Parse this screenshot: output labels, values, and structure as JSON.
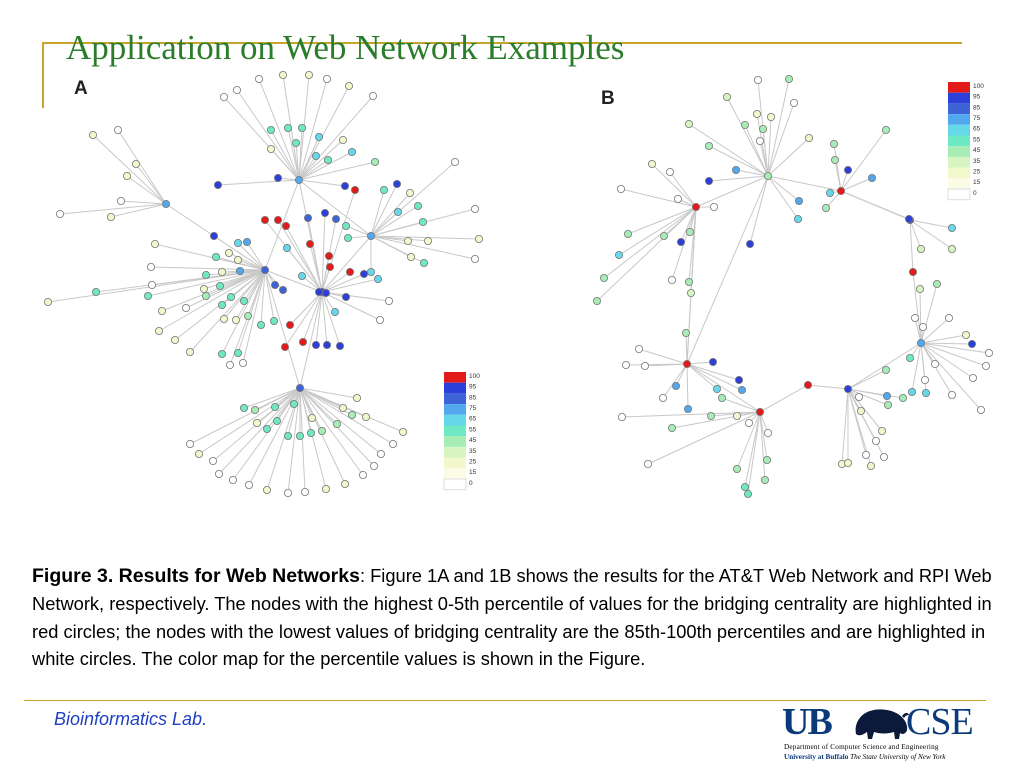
{
  "slide": {
    "title": "Application on Web Network Examples",
    "panel_a": "A",
    "panel_b": "B"
  },
  "colorbar": {
    "labels": [
      "100",
      "95",
      "85",
      "75",
      "65",
      "55",
      "45",
      "35",
      "25",
      "15",
      "0"
    ],
    "colors": [
      "#e21a1a",
      "#2d3fd9",
      "#3e63d6",
      "#52a8ee",
      "#66d8ea",
      "#6fe8c4",
      "#a6ecb4",
      "#d6f5c0",
      "#f3f7cc",
      "#fbfbe6",
      "#ffffff"
    ]
  },
  "node_colors": {
    "red": "#e21a1a",
    "dark_blue": "#2d3fd9",
    "blue": "#3e63d6",
    "light_blue": "#52a8ee",
    "cyan": "#66d8ea",
    "aqua": "#6fe8c4",
    "light_green": "#a6ecb4",
    "pale_green": "#d6f5c0",
    "pale_yellow": "#f3f7cc",
    "white": "#ffffff"
  },
  "caption": {
    "lead": "Figure 3. Results for Web Networks",
    "sep": ": ",
    "body": "Figure 1A and 1B shows the results for the AT&T Web Network and RPI Web Network, respectively. The nodes with the highest 0-5th percentile of values for the bridging centrality are highlighted in red circles; the nodes with the lowest values of bridging centrality are the 85th-100th percentiles and are highlighted in white circles. The color map for the percentile values is shown in the Figure."
  },
  "footer": {
    "lab": "Bioinformatics Lab.",
    "logo_ub": "UB",
    "logo_cse": "CSE",
    "dept": "Department of Computer Science and Engineering",
    "univ_a": "University at Buffalo",
    "univ_b": "The State University of New York"
  }
}
